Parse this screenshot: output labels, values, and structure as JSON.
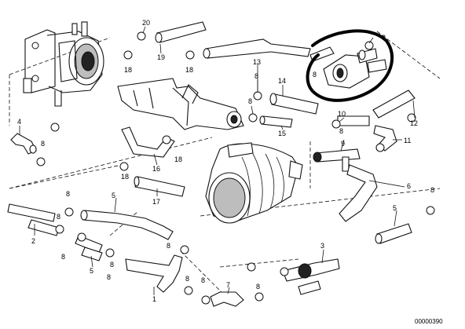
{
  "callouts": [
    {
      "id": "c20",
      "text": "20"
    },
    {
      "id": "c19",
      "text": "19"
    },
    {
      "id": "c18a",
      "text": "18"
    },
    {
      "id": "c18b",
      "text": "18"
    },
    {
      "id": "c18c",
      "text": "18"
    },
    {
      "id": "c18d",
      "text": "18"
    },
    {
      "id": "c8_tr",
      "text": "8"
    },
    {
      "id": "c8_circ",
      "text": "8"
    },
    {
      "id": "c13",
      "text": "13"
    },
    {
      "id": "c8_m1",
      "text": "8"
    },
    {
      "id": "c14",
      "text": "14"
    },
    {
      "id": "c8_m2",
      "text": "8"
    },
    {
      "id": "c15",
      "text": "15"
    },
    {
      "id": "c10",
      "text": "10"
    },
    {
      "id": "c8_m3",
      "text": "8"
    },
    {
      "id": "c12",
      "text": "12"
    },
    {
      "id": "c9",
      "text": "9"
    },
    {
      "id": "c11",
      "text": "11"
    },
    {
      "id": "c4",
      "text": "4"
    },
    {
      "id": "c8_l1",
      "text": "8"
    },
    {
      "id": "c16",
      "text": "16"
    },
    {
      "id": "c17",
      "text": "17"
    },
    {
      "id": "c6",
      "text": "6"
    },
    {
      "id": "c8_r1",
      "text": "8"
    },
    {
      "id": "c5a",
      "text": "5"
    },
    {
      "id": "c5b",
      "text": "5"
    },
    {
      "id": "c5c",
      "text": "5"
    },
    {
      "id": "c8_bl1",
      "text": "8"
    },
    {
      "id": "c8_bl2",
      "text": "8"
    },
    {
      "id": "c2",
      "text": "2"
    },
    {
      "id": "c8_bl3",
      "text": "8"
    },
    {
      "id": "c8_bl4",
      "text": "8"
    },
    {
      "id": "c8_b1",
      "text": "8"
    },
    {
      "id": "c8_b2",
      "text": "8"
    },
    {
      "id": "c8_b3",
      "text": "8"
    },
    {
      "id": "c8_b4",
      "text": "8"
    },
    {
      "id": "c8_b5",
      "text": "8"
    },
    {
      "id": "c3",
      "text": "3"
    },
    {
      "id": "c1",
      "text": "1"
    },
    {
      "id": "c7",
      "text": "7"
    }
  ],
  "reference_number": "00000390"
}
